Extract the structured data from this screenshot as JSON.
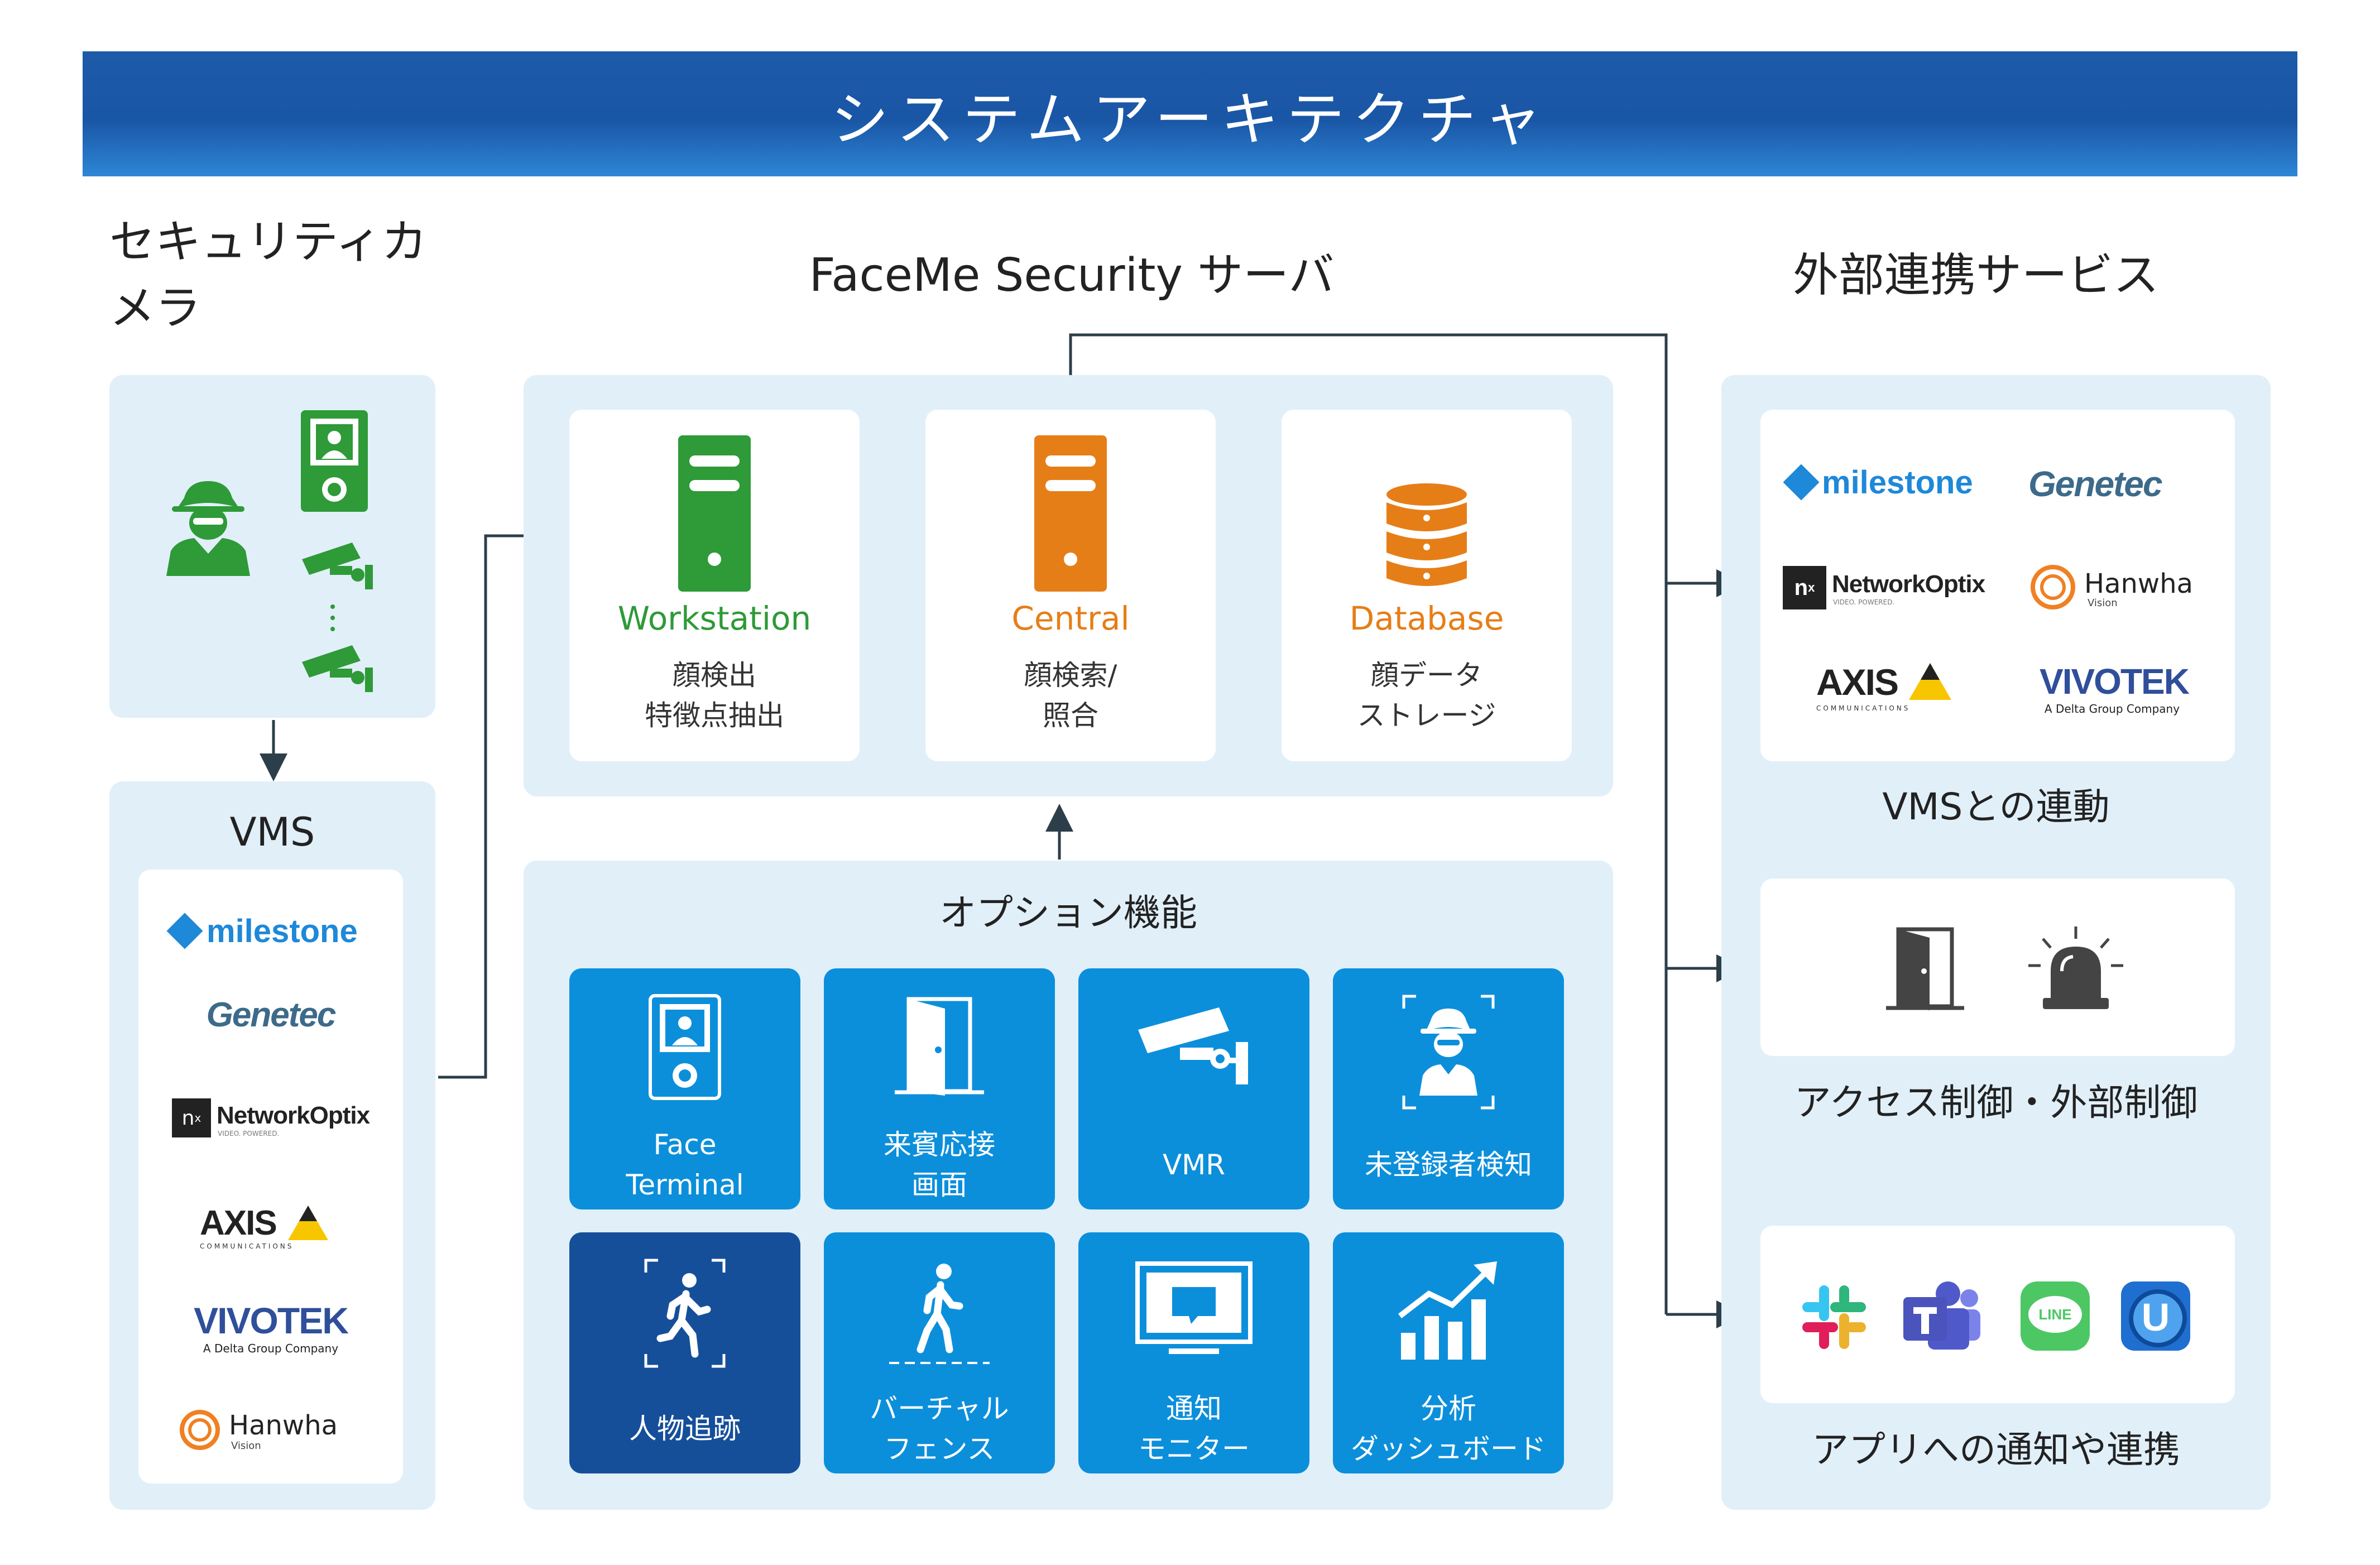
{
  "title": "システムアーキテクチャ",
  "columns": {
    "cameras": "セキュリティカメラ",
    "server": "FaceMe Security サーバ",
    "external": "外部連携サービス"
  },
  "vms": {
    "heading": "VMS",
    "logos": [
      "milestone",
      "Genetec",
      "NetworkOptix",
      "AXIS",
      "VIVOTEK",
      "Hanwha"
    ],
    "sublines": {
      "networkoptix": "VIDEO. POWERED.",
      "axis": "COMMUNICATIONS",
      "vivotek": "A Delta Group Company",
      "hanwha": "Vision"
    }
  },
  "server": {
    "workstation": {
      "name": "Workstation",
      "desc": [
        "顔検出",
        "特徴点抽出"
      ]
    },
    "central": {
      "name": "Central",
      "desc": [
        "顔検索/",
        "照合"
      ]
    },
    "database": {
      "name": "Database",
      "desc": [
        "顔データ",
        "ストレージ"
      ]
    }
  },
  "options": {
    "heading": "オプション機能",
    "tiles": [
      {
        "label": [
          "Face",
          "Terminal"
        ],
        "icon": "face-terminal-icon"
      },
      {
        "label": [
          "来賓応接",
          "画面"
        ],
        "icon": "door-icon"
      },
      {
        "label": [
          "VMR"
        ],
        "icon": "cctv-camera-icon"
      },
      {
        "label": [
          "未登録者検知"
        ],
        "icon": "unknown-person-icon"
      },
      {
        "label": [
          "人物追跡"
        ],
        "icon": "person-tracking-icon"
      },
      {
        "label": [
          "バーチャル",
          "フェンス"
        ],
        "icon": "virtual-fence-icon"
      },
      {
        "label": [
          "通知",
          "モニター"
        ],
        "icon": "monitor-notification-icon"
      },
      {
        "label": [
          "分析",
          "ダッシュボード"
        ],
        "icon": "analytics-chart-icon"
      }
    ]
  },
  "external": {
    "vms_caption": "VMSとの連動",
    "access_caption": "アクセス制御・外部制御",
    "apps_caption": "アプリへの通知や連携",
    "app_icons": [
      "slack-icon",
      "teams-icon",
      "line-icon",
      "u-app-icon"
    ],
    "line_label": "LINE"
  },
  "colors": {
    "banner": "#1a56a6",
    "panel": "#e1eff9",
    "tile": "#0c8fdb",
    "tile_dark": "#154f9a",
    "workstation": "#2e9a38",
    "central": "#e67e17",
    "database": "#e67e17",
    "camera_icons": "#2e9a38"
  }
}
